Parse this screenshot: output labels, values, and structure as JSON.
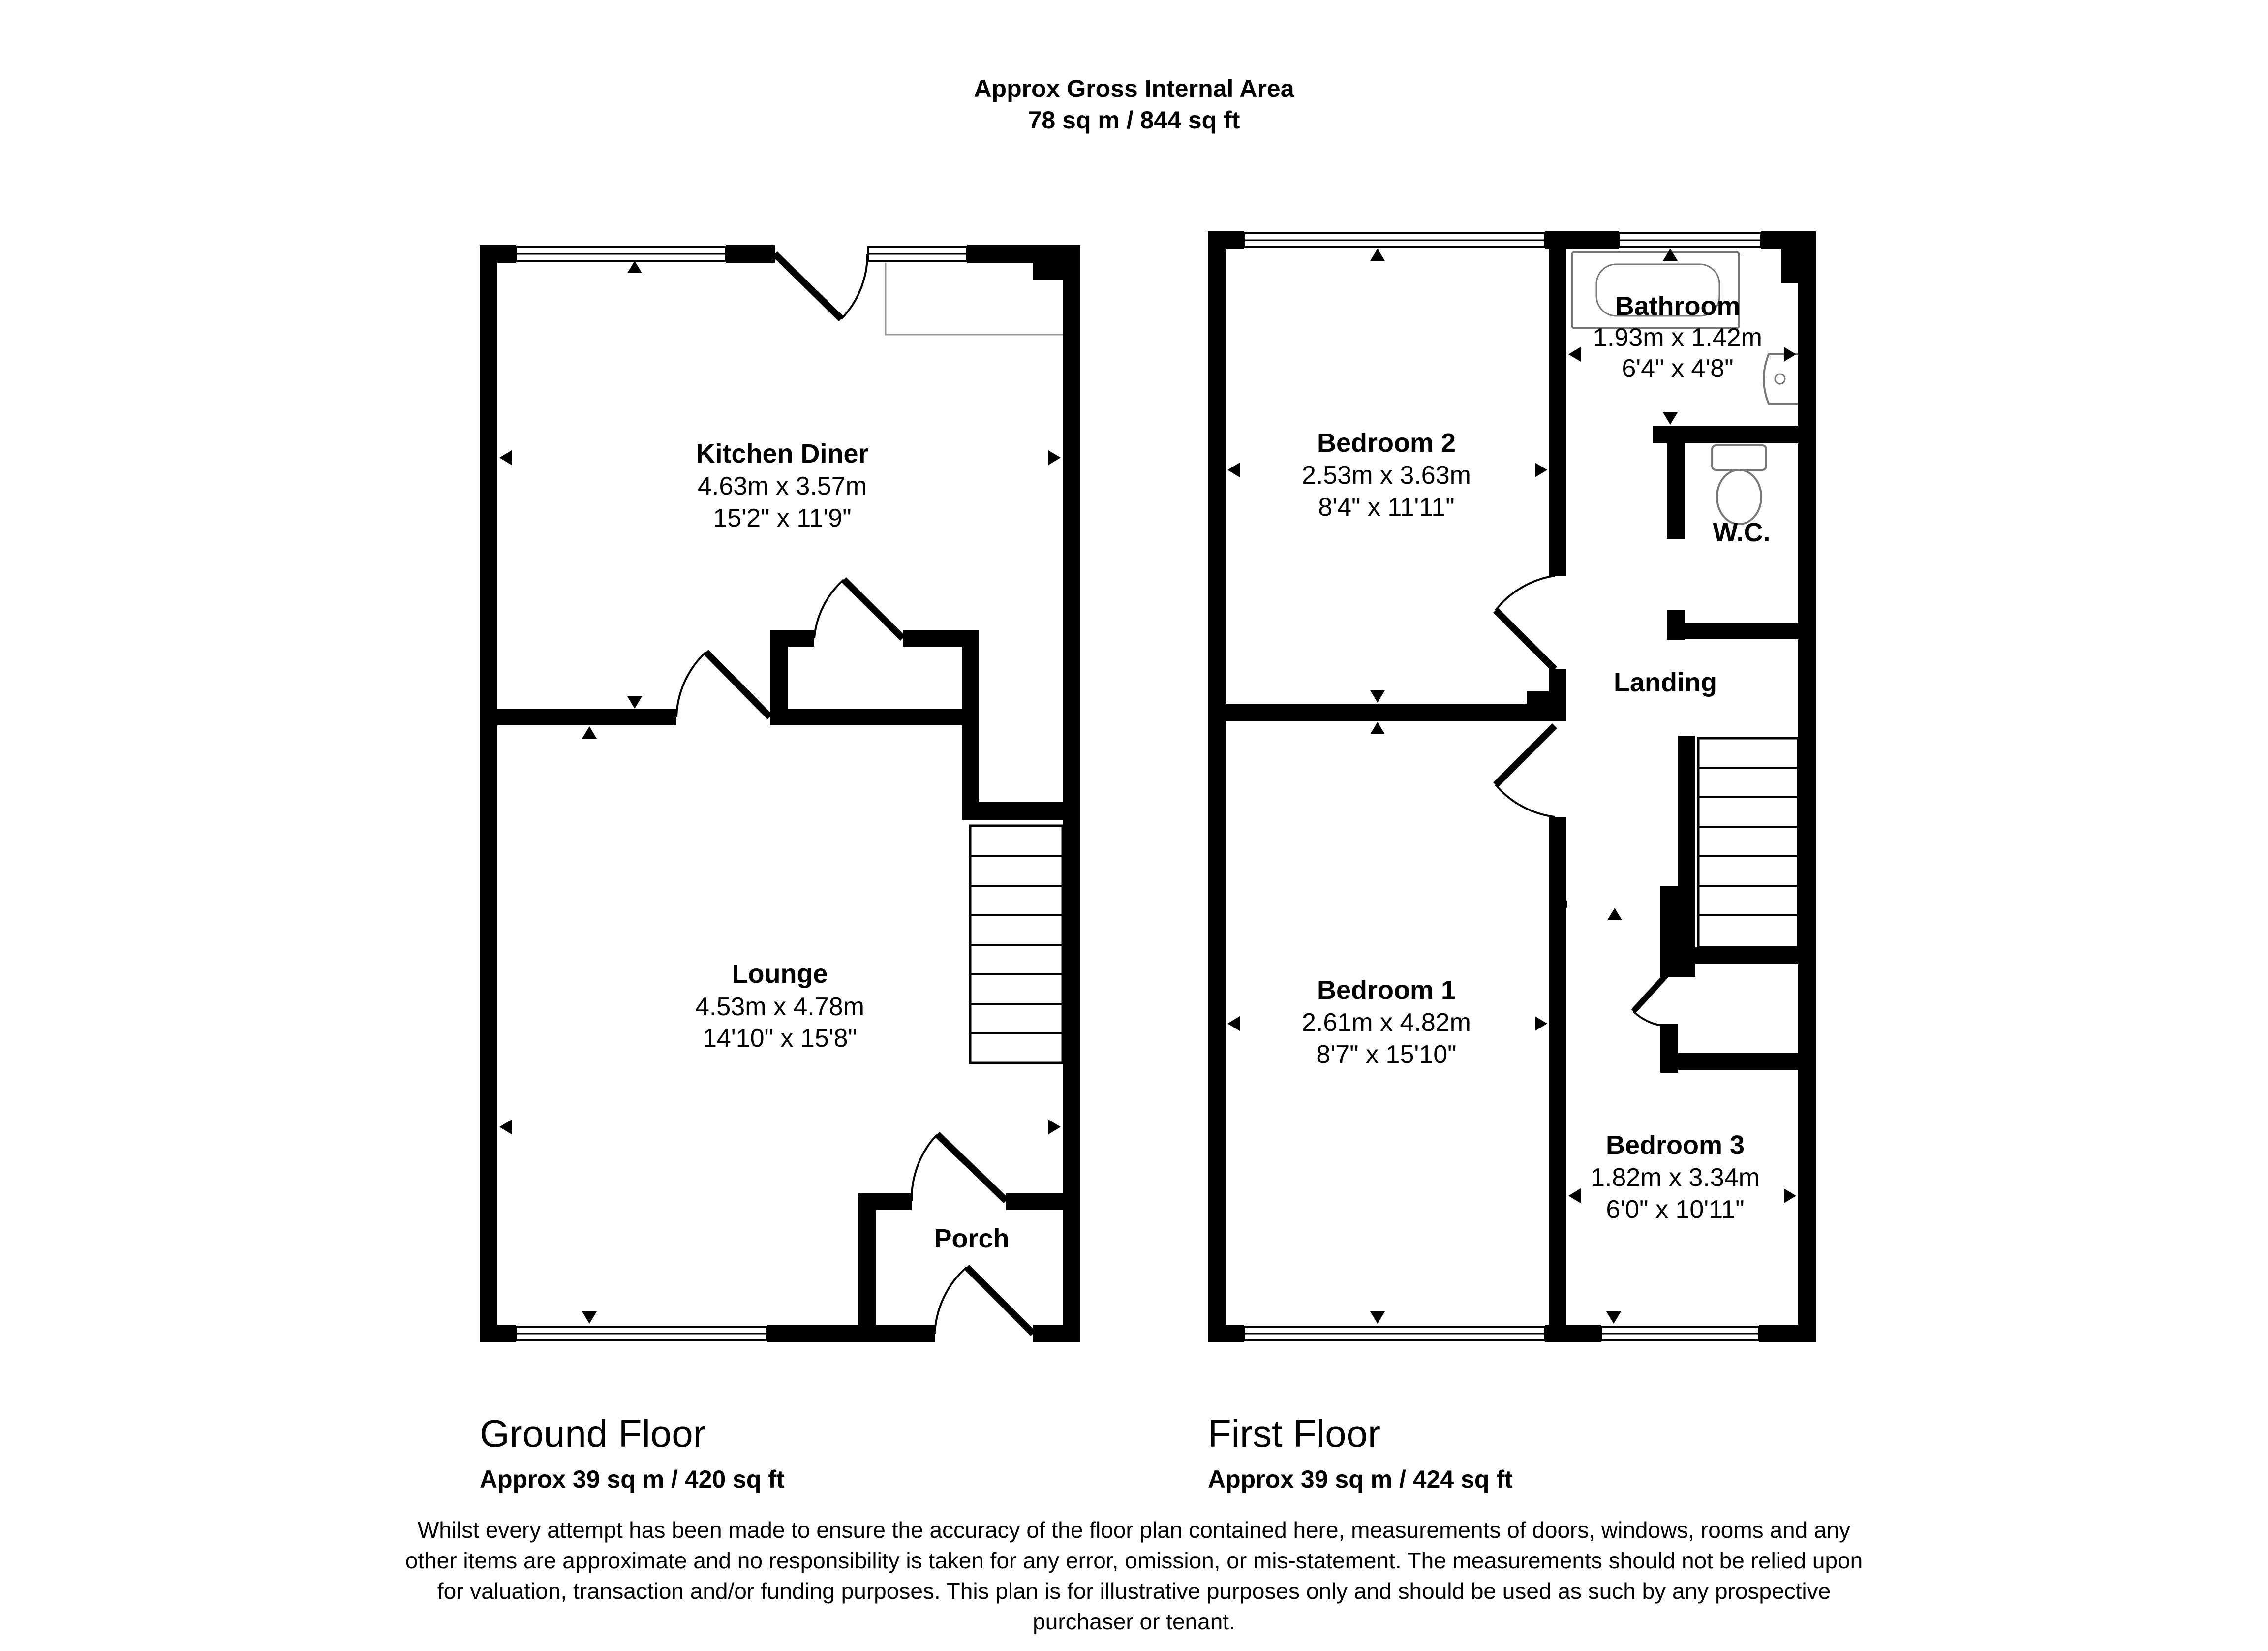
{
  "header": {
    "line1": "Approx Gross Internal Area",
    "line2": "78 sq m / 844 sq ft"
  },
  "ground_floor": {
    "name": "Ground Floor",
    "area": "Approx 39 sq m / 420 sq ft",
    "rooms": {
      "kitchen": {
        "name": "Kitchen Diner",
        "metric": "4.63m x 3.57m",
        "imperial": "15'2\" x 11'9\""
      },
      "lounge": {
        "name": "Lounge",
        "metric": "4.53m x 4.78m",
        "imperial": "14'10\" x 15'8\""
      },
      "porch": {
        "name": "Porch"
      }
    }
  },
  "first_floor": {
    "name": "First Floor",
    "area": "Approx 39 sq m / 424 sq ft",
    "rooms": {
      "bedroom2": {
        "name": "Bedroom 2",
        "metric": "2.53m x 3.63m",
        "imperial": "8'4\" x 11'11\""
      },
      "bedroom1": {
        "name": "Bedroom 1",
        "metric": "2.61m x 4.82m",
        "imperial": "8'7\" x 15'10\""
      },
      "bathroom": {
        "name": "Bathroom",
        "metric": "1.93m x 1.42m",
        "imperial": "6'4\" x 4'8\""
      },
      "wc": {
        "name": "W.C."
      },
      "landing": {
        "name": "Landing"
      },
      "bedroom3": {
        "name": "Bedroom 3",
        "metric": "1.82m x 3.34m",
        "imperial": "6'0\" x 10'11\""
      }
    }
  },
  "disclaimer": "Whilst every attempt has been made to ensure the accuracy of the floor plan contained here, measurements of doors, windows, rooms and any other items are approximate and no responsibility is taken for any error, omission, or mis-statement. The measurements should not be relied upon for valuation, transaction and/or funding purposes. This plan is for illustrative purposes only and should be used as such by any prospective purchaser or tenant."
}
